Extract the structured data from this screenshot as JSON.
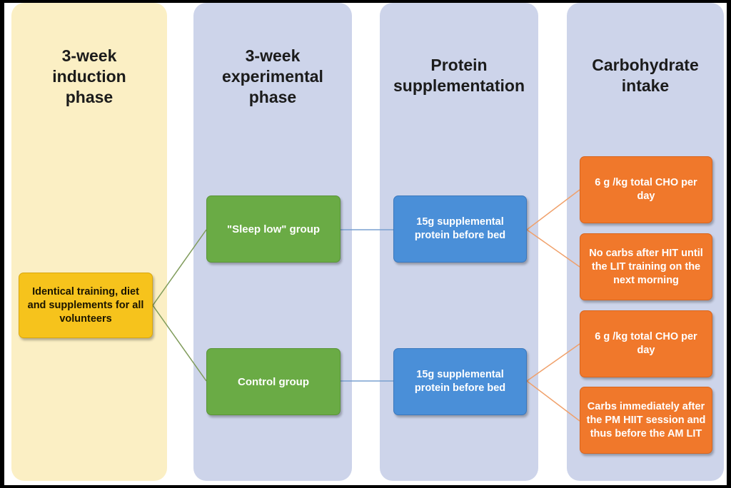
{
  "columns": {
    "induction": {
      "title_line1": "3-week",
      "title_line2": "induction",
      "title_line3": "phase"
    },
    "experimental": {
      "title_line1": "3-week",
      "title_line2": "experimental",
      "title_line3": "phase"
    },
    "protein": {
      "title_line1": "Protein",
      "title_line2": "supplementation"
    },
    "carbohydrate": {
      "title_line1": "Carbohydrate",
      "title_line2": "intake"
    }
  },
  "nodes": {
    "baseline": "Identical training, diet and supplements for all volunteers",
    "sleep_low_group": "\"Sleep low\" group",
    "control_group": "Control group",
    "protein_sleep_low": "15g supplemental protein before bed",
    "protein_control": "15g supplemental protein before bed",
    "carb_sleep_low_total": "6 g /kg total CHO per day",
    "carb_sleep_low_timing": "No carbs after HIT until the LIT training on the next morning",
    "carb_control_total": "6 g /kg total CHO per day",
    "carb_control_timing": "Carbs immediately after the PM HIIT session and thus before the AM LIT"
  },
  "colors": {
    "induction_column": "#fbefc4",
    "phase_columns": "#cdd4ea",
    "baseline_box": "#f6c31c",
    "group_boxes": "#6aab45",
    "protein_boxes": "#4a8fd8",
    "carb_boxes": "#f0782b"
  }
}
